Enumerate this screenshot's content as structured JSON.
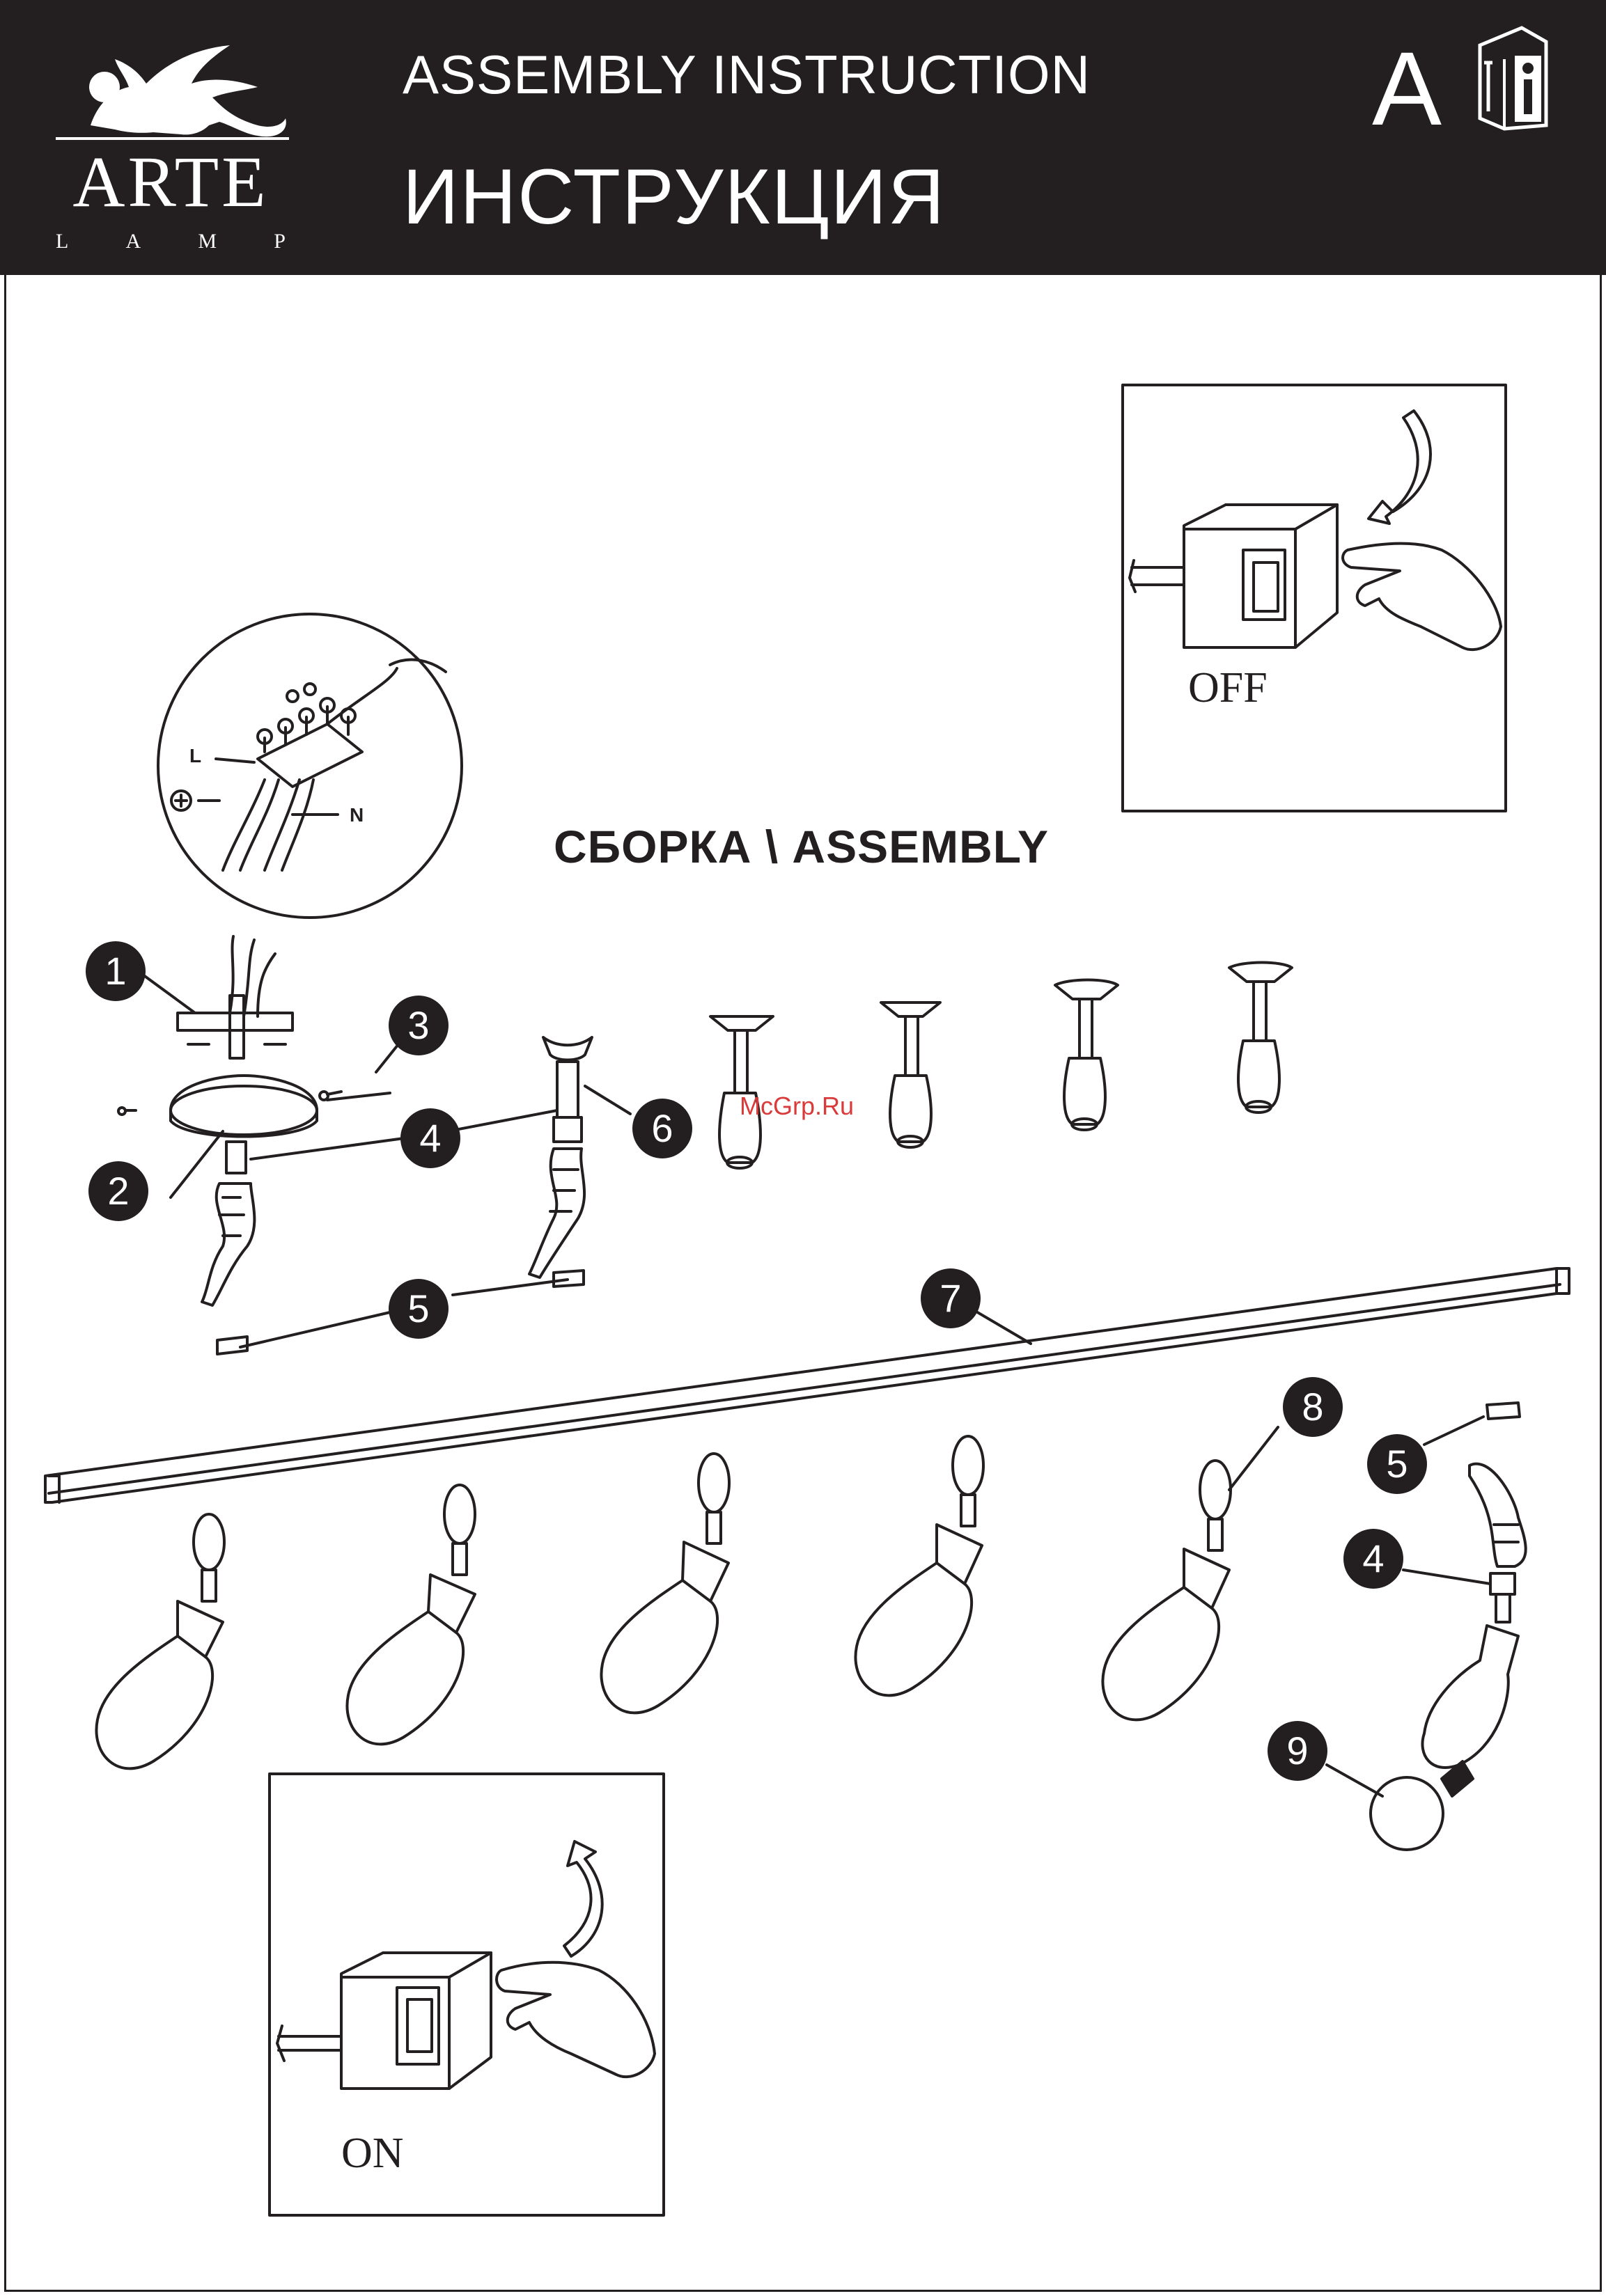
{
  "header": {
    "brand_name": "ARTE",
    "brand_sub": [
      "L",
      "A",
      "M",
      "P"
    ],
    "title_en": "ASSEMBLY  INSTRUCTION",
    "title_ru": "ИНСТРУКЦИЯ",
    "doc_language": "A"
  },
  "section_title": "СБОРКА \\ ASSEMBLY",
  "switch_off_label": "OFF",
  "switch_on_label": "ON",
  "wiring": {
    "live": "L",
    "neutral": "N"
  },
  "watermark": "McGrp.Ru",
  "callouts": [
    "1",
    "2",
    "3",
    "4",
    "6",
    "5",
    "7",
    "8",
    "5",
    "4",
    "9"
  ],
  "colors": {
    "header_bg": "#231f20",
    "ink": "#231f20",
    "watermark": "#d93a3a"
  },
  "icons": [
    "lion-logo-icon",
    "info-manual-icon",
    "light-switch-icon",
    "hand-icon",
    "curved-arrow-icon",
    "ground-icon"
  ]
}
